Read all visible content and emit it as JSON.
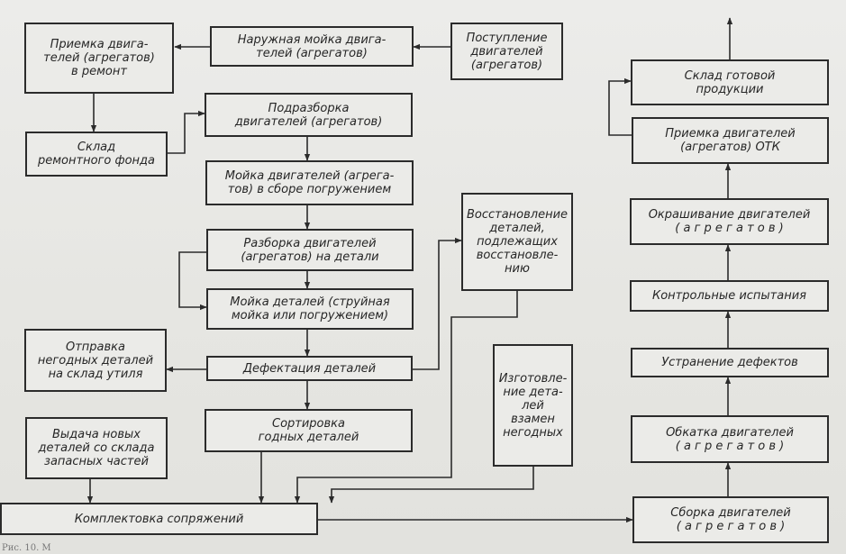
{
  "diagram": {
    "boxes": {
      "priemka": "Приемка двига-\nтелей (агрегатов)\nв ремонт",
      "naruzhnaya_moika": "Наружная мойка двига-\nтелей (агрегатов)",
      "postuplenie": "Поступление\nдвигателей\n(агрегатов)",
      "podrazborka": "Подразборка\nдвигателей (агрегатов)",
      "sklad_remfonda": "Склад\nремонтного  фонда",
      "moika_v_sbore": "Мойка двигателей (агрега-\nтов) в сборе погружением",
      "razborka": "Разборка двигателей\n(агрегатов) на детали",
      "moika_detalei": "Мойка деталей (струйная\nмойка или погружением)",
      "vosstanovlenie": "Восстановление\nдеталей,\nподлежащих\nвосстановле-\nнию",
      "otpravka": "Отправка\nнегодных деталей\nна склад утиля",
      "defektaciya": "Дефектация деталей",
      "izgotovlenie": "Изготовле-\nние дета-\nлей\nвзамен\nнегодных",
      "sortirovka": "Сортировка\nгодных деталей",
      "vydacha": "Выдача новых\nдеталей со склада\nзапасных частей",
      "komplektovka": "Комплектовка сопряжений",
      "sklad_gotovoi": "Склад  готовой\nпродукции",
      "priemka_otk": "Приемка двигателей\n(агрегатов) ОТК",
      "okrashivanie": "Окрашивание двигателей\n( а г р е г а т о в )",
      "kontrolnye": "Контрольные испытания",
      "ustranenie": "Устранение  дефектов",
      "obkatka": "Обкатка двигателей\n( а г р е г а т о в )",
      "sborka": "Сборка двигателей\n( а г р е г а т о в )"
    },
    "caption": "Рис. 10. М"
  },
  "colors": {
    "paper": "#e9e9e6",
    "ink": "#2b2b2b"
  }
}
